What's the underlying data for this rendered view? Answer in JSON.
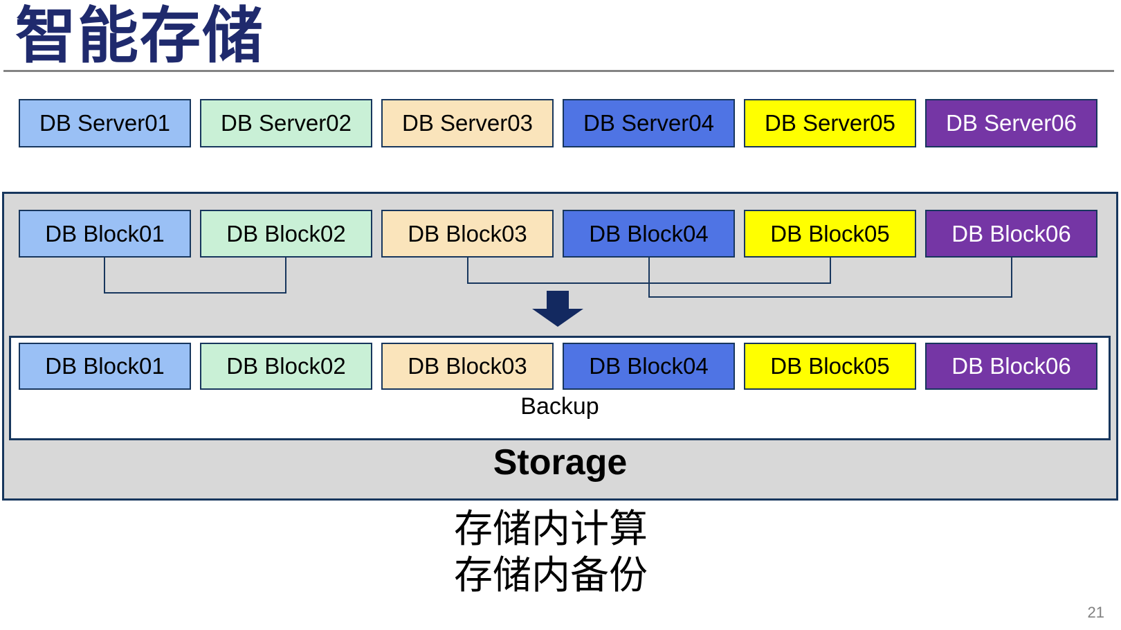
{
  "slide": {
    "title": "智能存储",
    "page_number": "21",
    "caption_lines": {
      "line1": "存储内计算",
      "line2": "存储内备份"
    },
    "colors": {
      "title_text": "#1F2A6D",
      "box_border": "#17365D",
      "container_fill": "#D8D8D8",
      "backup_fill": "#FFFFFF",
      "divider_rule": "#848484",
      "arrow_fill": "#132960",
      "page_number_text": "#808080"
    }
  },
  "palette": [
    {
      "name": "light-blue",
      "bg": "#9AC0F5",
      "fg": "#000000"
    },
    {
      "name": "mint-green",
      "bg": "#C9F0D6",
      "fg": "#000000"
    },
    {
      "name": "tan",
      "bg": "#FAE4BB",
      "fg": "#000000"
    },
    {
      "name": "royal-blue",
      "bg": "#4F74E4",
      "fg": "#000000"
    },
    {
      "name": "yellow",
      "bg": "#FFFF00",
      "fg": "#000000"
    },
    {
      "name": "purple",
      "bg": "#7536A5",
      "fg": "#FFFFFF"
    }
  ],
  "server_row": {
    "items": [
      {
        "label": "DB Server01"
      },
      {
        "label": "DB Server02"
      },
      {
        "label": "DB Server03"
      },
      {
        "label": "DB Server04"
      },
      {
        "label": "DB Server05"
      },
      {
        "label": "DB Server06"
      }
    ]
  },
  "block_row_top": {
    "items": [
      {
        "label": "DB Block01"
      },
      {
        "label": "DB Block02"
      },
      {
        "label": "DB Block03"
      },
      {
        "label": "DB Block04"
      },
      {
        "label": "DB Block05"
      },
      {
        "label": "DB Block06"
      }
    ]
  },
  "block_row_bottom": {
    "items": [
      {
        "label": "DB Block01"
      },
      {
        "label": "DB Block02"
      },
      {
        "label": "DB Block03"
      },
      {
        "label": "DB Block04"
      },
      {
        "label": "DB Block05"
      },
      {
        "label": "DB Block06"
      }
    ]
  },
  "storage": {
    "backup_label": "Backup",
    "storage_label": "Storage"
  }
}
